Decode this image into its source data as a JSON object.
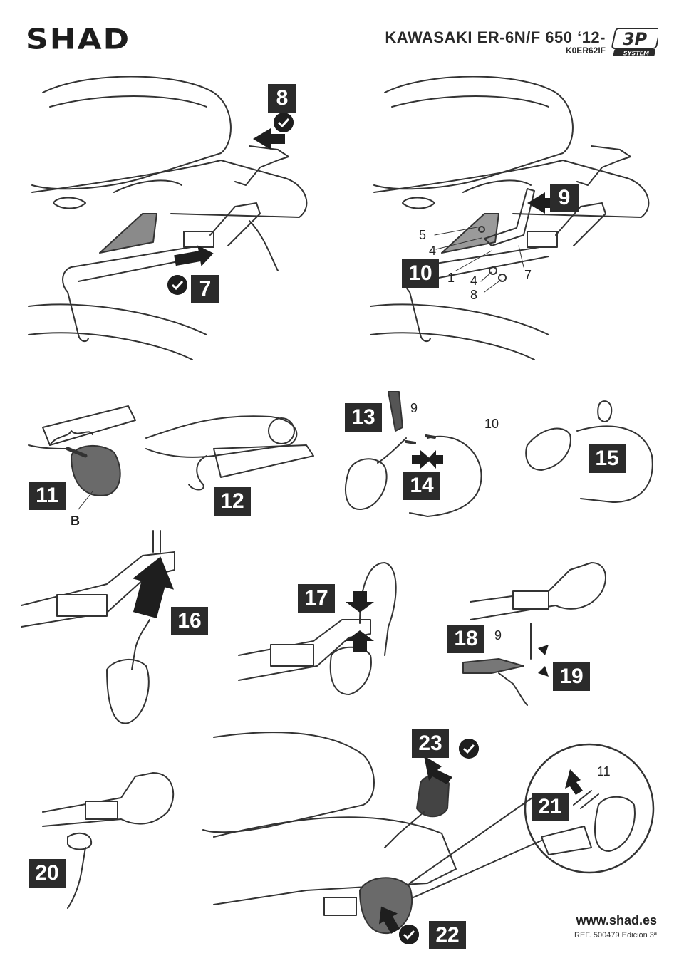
{
  "header": {
    "brand": "SHAD",
    "model_title": "KAWASAKI ER-6N/F 650 ‘12-",
    "kit_code": "K0ER62IF",
    "badge_main": "3P",
    "badge_sub": "SYSTEM"
  },
  "steps": [
    "7",
    "8",
    "9",
    "10",
    "11",
    "12",
    "13",
    "14",
    "15",
    "16",
    "17",
    "18",
    "19",
    "20",
    "21",
    "22",
    "23"
  ],
  "part_labels": {
    "p5": "5",
    "p4a": "4",
    "p1": "1",
    "p4b": "4",
    "p8": "8",
    "p7": "7",
    "p9a": "9",
    "p10": "10",
    "pB": "B",
    "p9b": "9",
    "p11": "11"
  },
  "footer": {
    "website": "www.shad.es",
    "reference": "REF. 500479 Edición 3ª"
  },
  "colors": {
    "step_box": "#2b2b2b",
    "lines": "#333333",
    "lamp": "#6a6a6a"
  },
  "icons": [
    "check-icon",
    "arrow-icon"
  ]
}
